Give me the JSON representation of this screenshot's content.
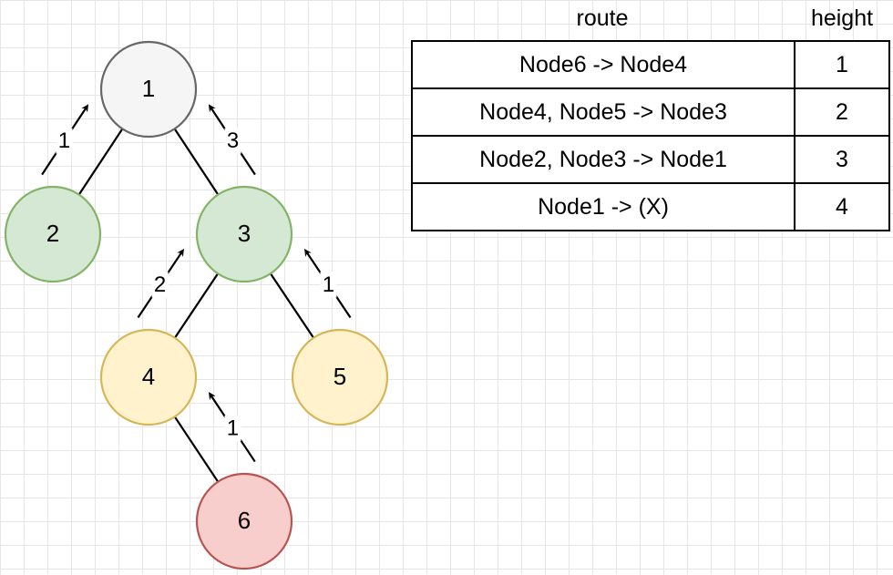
{
  "tree": {
    "nodes": [
      {
        "id": "1",
        "label": "1",
        "fill": "#f5f5f5",
        "stroke": "#666666"
      },
      {
        "id": "2",
        "label": "2",
        "fill": "#d5e8d4",
        "stroke": "#82b366"
      },
      {
        "id": "3",
        "label": "3",
        "fill": "#d5e8d4",
        "stroke": "#82b366"
      },
      {
        "id": "4",
        "label": "4",
        "fill": "#fff2cc",
        "stroke": "#d6b656"
      },
      {
        "id": "5",
        "label": "5",
        "fill": "#fff2cc",
        "stroke": "#d6b656"
      },
      {
        "id": "6",
        "label": "6",
        "fill": "#f8cecc",
        "stroke": "#b85450"
      }
    ],
    "edges": [
      {
        "from": "1",
        "to": "2"
      },
      {
        "from": "1",
        "to": "3"
      },
      {
        "from": "3",
        "to": "4"
      },
      {
        "from": "3",
        "to": "5"
      },
      {
        "from": "4",
        "to": "6"
      }
    ],
    "arrows": [
      {
        "from": "2",
        "to": "1",
        "label": "1"
      },
      {
        "from": "3",
        "to": "1",
        "label": "3"
      },
      {
        "from": "4",
        "to": "3",
        "label": "2"
      },
      {
        "from": "5",
        "to": "3",
        "label": "1"
      },
      {
        "from": "6",
        "to": "4",
        "label": "1"
      }
    ]
  },
  "table": {
    "headers": {
      "route": "route",
      "height": "height"
    },
    "rows": [
      {
        "route": "Node6 -> Node4",
        "height": "1"
      },
      {
        "route": "Node4, Node5 -> Node3",
        "height": "2"
      },
      {
        "route": "Node2, Node3 -> Node1",
        "height": "3"
      },
      {
        "route": "Node1 -> (X)",
        "height": "4"
      }
    ]
  }
}
